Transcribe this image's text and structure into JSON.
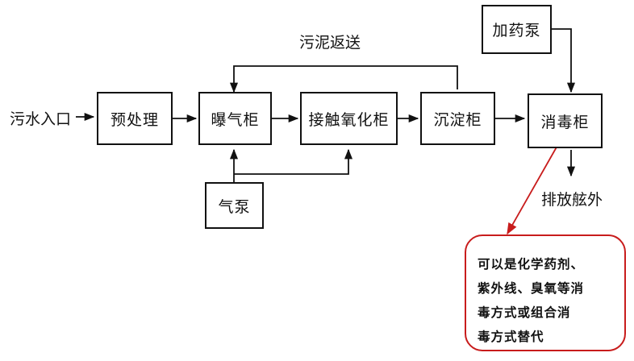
{
  "diagram": {
    "inlet_label": "污水入口",
    "return_label": "污泥返送",
    "discharge_label": "排放舷外",
    "boxes": {
      "pretreatment": "预处理",
      "aeration_tank": "曝气柜",
      "contact_oxidation_tank": "接触氧化柜",
      "settling_tank": "沉淀柜",
      "disinfection_tank": "消毒柜",
      "dosing_pump": "加药泵",
      "air_pump": "气泵"
    },
    "callout": {
      "lines": [
        "可以是化学药剂、",
        "紫外线、臭氧等消",
        "毒方式或组合消",
        "毒方式替代"
      ],
      "border_color": "#c81c1c"
    }
  }
}
